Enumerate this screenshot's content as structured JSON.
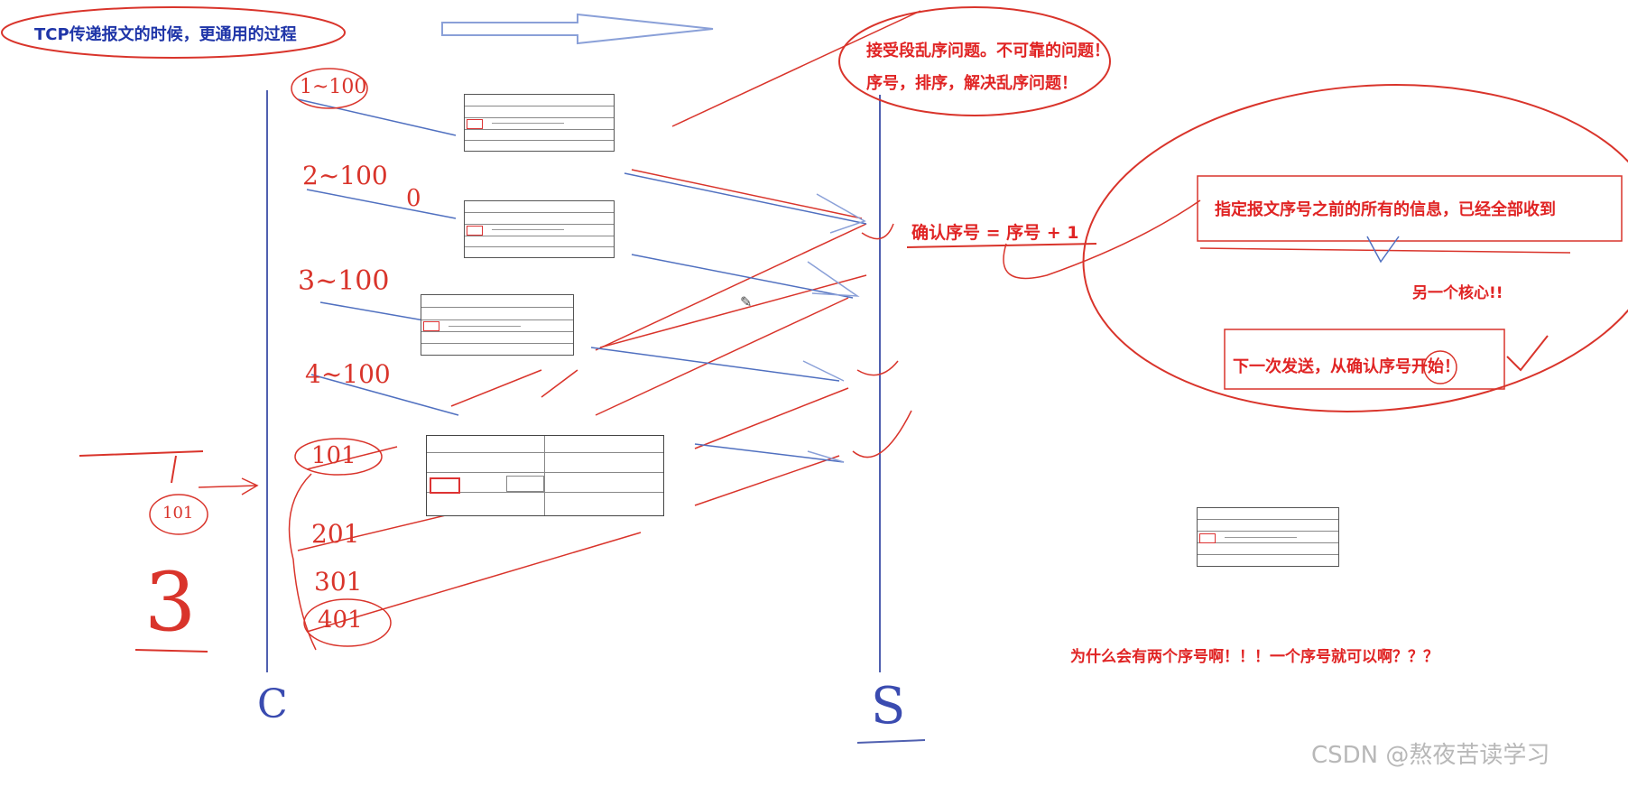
{
  "header": {
    "title": "TCP传递报文的时候，更通用的过程"
  },
  "notes": {
    "reorder_line1": "接受段乱序问题。不可靠的问题！",
    "reorder_line2": "序号，排序，解决乱序问题！",
    "ack_formula": "确认序号 = 序号 + 1",
    "ack_meaning": "指定报文序号之前的所有的信息，已经全部收到",
    "core": "另一个核心!!",
    "next_send": "下一次发送，从确认序号开始！",
    "question": "为什么会有两个序号啊！！！一个序号就可以啊？？？"
  },
  "handwriting": {
    "seq1": "1~100",
    "seq2": "2~100",
    "seq3": "3~100",
    "seq4": "4~100",
    "seq5": "101",
    "seq6": "201",
    "seq7": "301",
    "seq8": "401",
    "zero": "0",
    "num_three": "3",
    "left_label": "101",
    "client": "C",
    "server": "S"
  },
  "watermark": "CSDN @熬夜苦读学习",
  "colors": {
    "red_ink": "#e02424",
    "blue_ink": "#1f35a8",
    "blue_arrow": "#8aa0d8"
  },
  "icons": {
    "pen_cursor": "pencil-icon"
  }
}
